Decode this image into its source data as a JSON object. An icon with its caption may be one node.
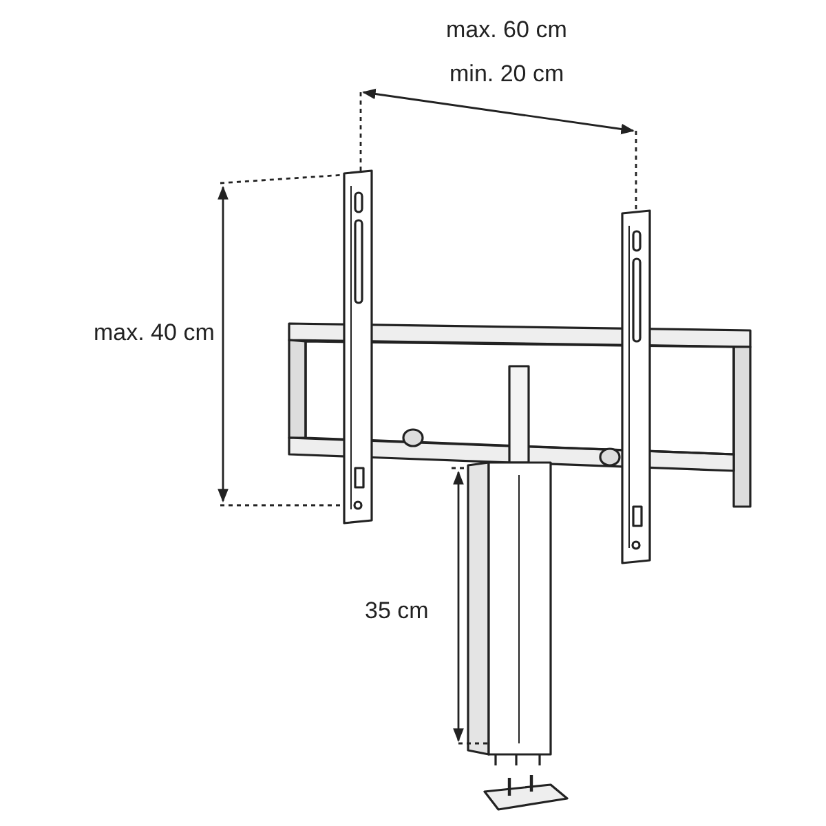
{
  "diagram": {
    "labels": [
      "max. 60 cm",
      "min. 20 cm",
      "max. 40 cm",
      "35 cm"
    ]
  }
}
